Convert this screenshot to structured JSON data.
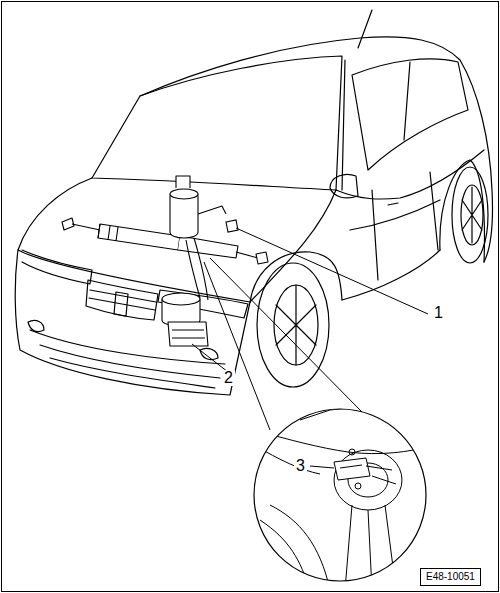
{
  "diagram": {
    "labels": [
      "1",
      "2",
      "3",
      "E48-10051"
    ]
  }
}
